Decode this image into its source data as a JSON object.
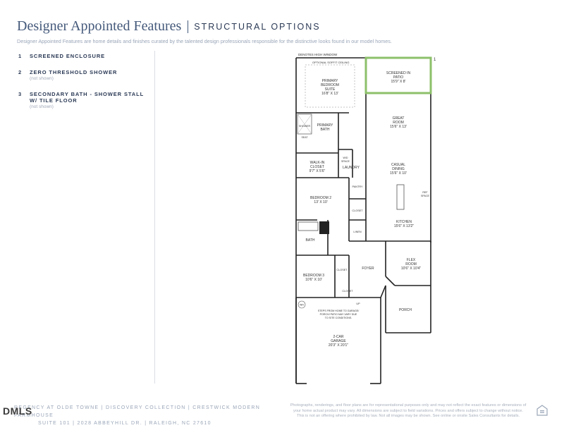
{
  "header": {
    "title": "Designer Appointed Features",
    "subtitle": "STRUCTURAL OPTIONS",
    "description": "Designer Appointed Features are home details and finishes curated by the talented design professionals responsible for the distinctive looks found in our model homes."
  },
  "options": [
    {
      "num": "1",
      "label": "SCREENED ENCLOSURE",
      "note": ""
    },
    {
      "num": "2",
      "label": "ZERO THRESHOLD SHOWER",
      "note": "(not shown)"
    },
    {
      "num": "3",
      "label": "SECONDARY BATH - SHOWER STALL W/ TILE FLOOR",
      "note": "(not shown)"
    }
  ],
  "plan": {
    "top_label": "DENOTES HIGH WINDOW",
    "soffit": "OPTIONAL SOFFIT CEILING",
    "callout_num": "1",
    "rooms": {
      "primary_bedroom": [
        "PRIMARY",
        "BEDROOM",
        "SUITE",
        "16'8\" X 13'"
      ],
      "screened_patio": [
        "SCREENED IN",
        "PATIO",
        "15'9\" X 8'"
      ],
      "great_room": [
        "GREAT",
        "ROOM",
        "15'6\" X 13'"
      ],
      "shower": "SHOWER",
      "seat": "SEAT",
      "primary_bath": [
        "PRIMARY",
        "BATH"
      ],
      "walk_in_closet": [
        "WALK-IN",
        "CLOSET",
        "9'7\" X 5'6\""
      ],
      "wd_space": [
        "W/D",
        "SPACE"
      ],
      "laundry": "LAUNDRY",
      "casual_dining": [
        "CASUAL",
        "DINING",
        "15'6\" X 10'"
      ],
      "pantry": "PANTRY",
      "ref_space": [
        "REF",
        "SPACE"
      ],
      "bedroom2": [
        "BEDROOM 2",
        "13' X 10'"
      ],
      "closet": "CLOSET",
      "kitchen": [
        "KITCHEN",
        "15'6\" X 13'2\""
      ],
      "linen": "LINEN",
      "bath": "BATH",
      "foyer": "FOYER",
      "flex_room": [
        "FLEX",
        "ROOM",
        "10'6\" X 10'4\""
      ],
      "bedroom3": [
        "BEDROOM 3",
        "10'6\" X 10'"
      ],
      "closet_b3": "CLOSET",
      "closet_b3b": "CLOSET",
      "up": "UP",
      "wh": "WH",
      "porch": "PORCH",
      "steps_note": [
        "STEPS FROM HOME TO GARAGE/",
        "PORCH/ PATIO MAY VARY DUE",
        "TO SITE CONDITIONS."
      ],
      "garage": [
        "2-CAR",
        "GARAGE",
        "20'3\" X 20'1\""
      ]
    }
  },
  "footer": {
    "line1": "REGENCY AT OLDE TOWNE | DISCOVERY COLLECTION | CRESTWICK MODERN FARMHOUSE",
    "line2": "SUITE 101 | 2028 ABBEYHILL DR. | RALEIGH, NC 27610",
    "brand": "DMLS",
    "disclaimer1": "Photographs, renderings, and floor plans are for representational purposes only and may not reflect the exact features or dimensions of",
    "disclaimer2": "your home actual product may vary. All dimensions are subject to field variations. Prices and offers subject to change without notice.",
    "disclaimer3": "This is not an offering where prohibited by law. Not all images may be shown. See online or onsite Sales Consultants for details."
  },
  "colors": {
    "title": "#44597a",
    "text": "#2b3a55",
    "muted": "#9aa6b8",
    "highlight_green": "#8cc06a",
    "wall": "#222222"
  }
}
